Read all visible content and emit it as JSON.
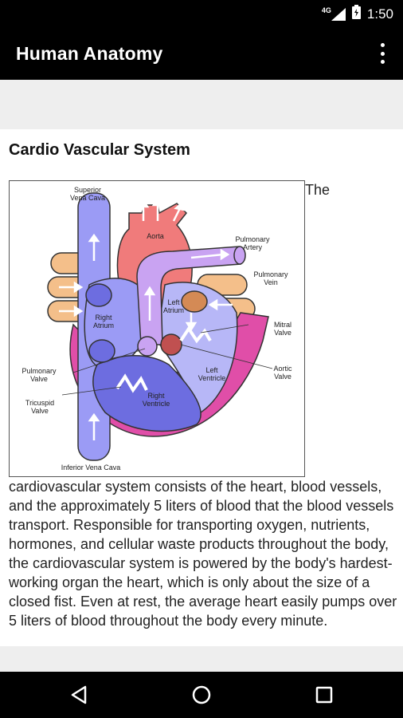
{
  "status_bar": {
    "network": "4G",
    "time": "1:50"
  },
  "app_bar": {
    "title": "Human Anatomy"
  },
  "content": {
    "section_title": "Cardio Vascular System",
    "intro_word": "The",
    "body": "cardiovascular system consists of the heart, blood vessels, and the approximately 5 liters of blood that the blood vessels transport. Responsible for transporting oxygen, nutrients, hormones, and cellular waste products throughout the body, the cardiovascular system is powered by the body's hardest-working organ the heart, which is only about the size of a closed fist. Even at rest, the average heart easily pumps over 5 liters of blood throughout the body every minute."
  },
  "diagram_labels": {
    "superior_vena_cava": [
      "Superior",
      "Vena Cava"
    ],
    "aorta": "Aorta",
    "pulmonary_artery": [
      "Pulmonary",
      "Artery"
    ],
    "pulmonary_vein": [
      "Pulmonary",
      "Vein"
    ],
    "left_atrium": [
      "Left",
      "Atrium"
    ],
    "right_atrium": [
      "Right",
      "Atrium"
    ],
    "mitral_valve": [
      "Mitral",
      "Valve"
    ],
    "aortic_valve": [
      "Aortic",
      "Valve"
    ],
    "left_ventricle": [
      "Left",
      "Ventricle"
    ],
    "right_ventricle": [
      "Right",
      "Ventricle"
    ],
    "pulmonary_valve": [
      "Pulmonary",
      "Valve"
    ],
    "tricuspid_valve": [
      "Tricuspid",
      "Valve"
    ],
    "inferior_vena_cava": "Inferior Vena Cava"
  },
  "colors": {
    "vena_cava": "#9b9bf5",
    "aorta": "#f07b7b",
    "pulmonary_artery": "#c9a3f2",
    "pulmonary_vein": "#f4bf8a",
    "heart_outline": "#e04ea8",
    "ventricle": "#6d6de0",
    "bars": "#000000",
    "gray": "#eeeeee"
  },
  "nav": {
    "back": "back-icon",
    "home": "home-icon",
    "recents": "recents-icon"
  }
}
